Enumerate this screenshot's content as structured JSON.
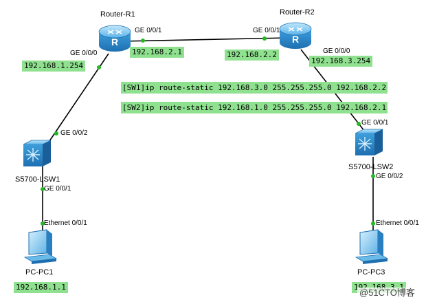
{
  "devices": {
    "r1": "Router-R1",
    "r2": "Router-R2",
    "lsw1": "S5700-LSW1",
    "lsw2": "S5700-LSW2",
    "pc1": "PC-PC1",
    "pc3": "PC-PC3"
  },
  "ports": {
    "r1_ge001": "GE 0/0/1",
    "r2_ge001": "GE 0/0/1",
    "r1_ge000": "GE 0/0/0",
    "r2_ge000": "GE 0/0/0",
    "lsw1_ge002": "GE 0/0/2",
    "lsw1_ge001": "GE 0/0/1",
    "lsw2_ge001": "GE 0/0/1",
    "lsw2_ge002": "GE 0/0/2",
    "pc1_eth": "Ethernet 0/0/1",
    "pc3_eth": "Ethernet 0/0/1"
  },
  "ips": {
    "r1_lan": "192.168.1.254",
    "r1_wan": "192.168.2.1",
    "r2_wan": "192.168.2.2",
    "r2_lan": "192.168.3.254",
    "pc1": "192.168.1.1",
    "pc3": "192.168.3.1"
  },
  "commands": {
    "sw1": "[SW1]ip route-static 192.168.3.0 255.255.255.0 192.168.2.2",
    "sw2": "[SW2]ip route-static 192.168.1.0 255.255.255.0 192.168.2.1"
  },
  "watermark": "@51CTO博客",
  "colors": {
    "highlight": "#8fe08f",
    "port_dot": "#22bb22",
    "device_blue": "#2a8fd6",
    "link": "#000000"
  }
}
